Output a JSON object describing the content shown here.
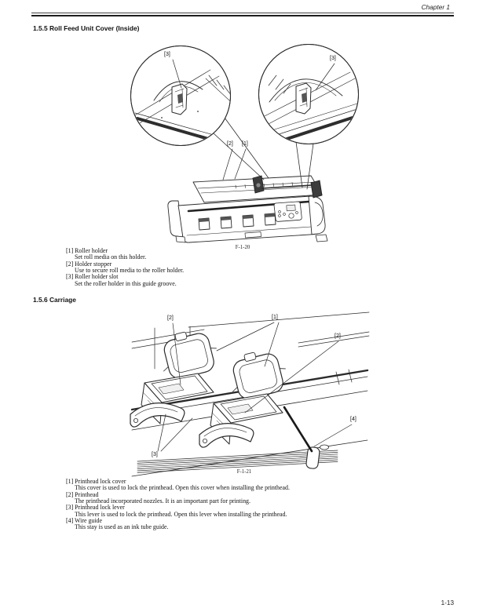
{
  "header": {
    "chapter": "Chapter 1"
  },
  "footer": {
    "page_number": "1-13"
  },
  "sections": [
    {
      "heading": "1.5.5 Roll Feed Unit Cover (Inside)",
      "figure": {
        "caption": "F-1-20",
        "callouts": {
          "c3l": "[3]",
          "c3r": "[3]",
          "c2": "[2]",
          "c1": "[1]"
        }
      },
      "items": [
        {
          "label": "[1] Roller holder",
          "desc": "Set roll media on this holder."
        },
        {
          "label": "[2] Holder stopper",
          "desc": "Use to secure roll media to the roller holder."
        },
        {
          "label": "[3] Roller holder slot",
          "desc": "Set the roller holder in this guide groove."
        }
      ]
    },
    {
      "heading": "1.5.6 Carriage",
      "figure": {
        "caption": "F-1-21",
        "callouts": {
          "c2l": "[2]",
          "c1": "[1]",
          "c2r": "[2]",
          "c4": "[4]",
          "c3": "[3]"
        }
      },
      "items": [
        {
          "label": "[1] Printhead lock cover",
          "desc": "This cover is used to lock the printhead. Open this cover when installing the printhead."
        },
        {
          "label": "[2] Printhead",
          "desc": "The printhead incorporated nozzles. It is an important part for printing."
        },
        {
          "label": "[3] Printhead lock lever",
          "desc": "This lever is used to lock the printhead. Open this lever when installing the printhead."
        },
        {
          "label": "[4] Wire guide",
          "desc": "This stay is used as an ink tube guide."
        }
      ]
    }
  ]
}
